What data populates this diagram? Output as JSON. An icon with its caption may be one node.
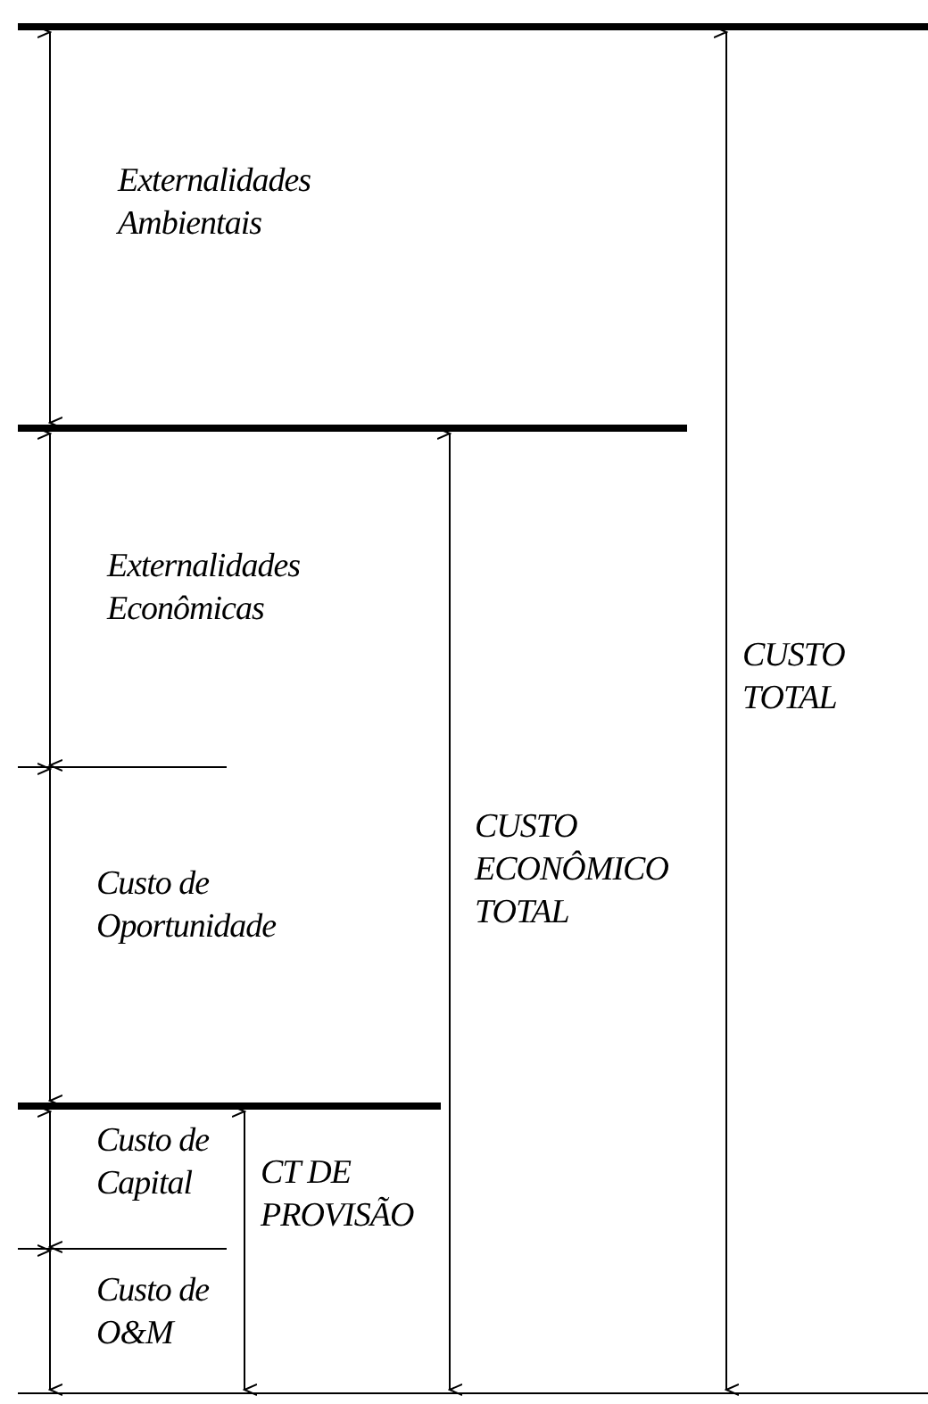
{
  "diagram": {
    "labels": [
      "Externalidades Ambientais",
      "Externalidades Econômicas",
      "Custo de Oportunidade",
      "Custo de Capital",
      "Custo de O&M",
      "CT DE PROVISÃO",
      "CUSTO ECONÔMICO TOTAL",
      "CUSTO TOTAL"
    ]
  }
}
